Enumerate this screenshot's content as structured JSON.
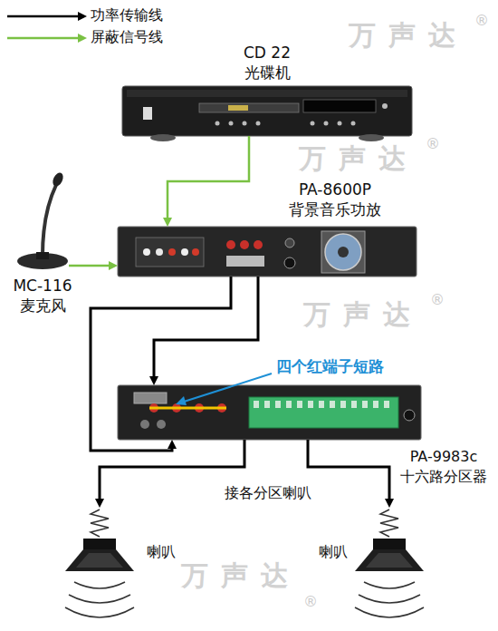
{
  "diagram": {
    "nodes": [
      {
        "text": [
          "CD 22",
          "光碟机"
        ]
      },
      {
        "text": [
          "PA-8600P",
          "背景音乐功放"
        ]
      },
      {
        "text": [
          "MC-116",
          "麦克风"
        ]
      },
      {
        "text": [
          "PA-9983c",
          "十六路分区器"
        ]
      },
      {
        "text": [
          "喇叭"
        ]
      },
      {
        "text": [
          "喇叭"
        ]
      }
    ],
    "edges": [
      {
        "from": 0,
        "to": 1,
        "arrow": "to"
      },
      {
        "from": 2,
        "to": 1,
        "arrow": "to"
      },
      {
        "from": 1,
        "to": 3,
        "arrow": "to"
      },
      {
        "from": 1,
        "to": 3,
        "arrow": "to"
      },
      {
        "from": 3,
        "to": 4,
        "arrow": "to"
      },
      {
        "from": 3,
        "to": 5,
        "arrow": "to"
      }
    ],
    "labels": [
      "万声达",
      "®",
      "万声达",
      "®",
      "万声达",
      "®",
      "四个红端子短路",
      "接各分区喇叭",
      "万声达",
      "®"
    ],
    "legend": [
      {
        "text": "功率传输线"
      },
      {
        "text": "屏蔽信号线"
      }
    ]
  }
}
